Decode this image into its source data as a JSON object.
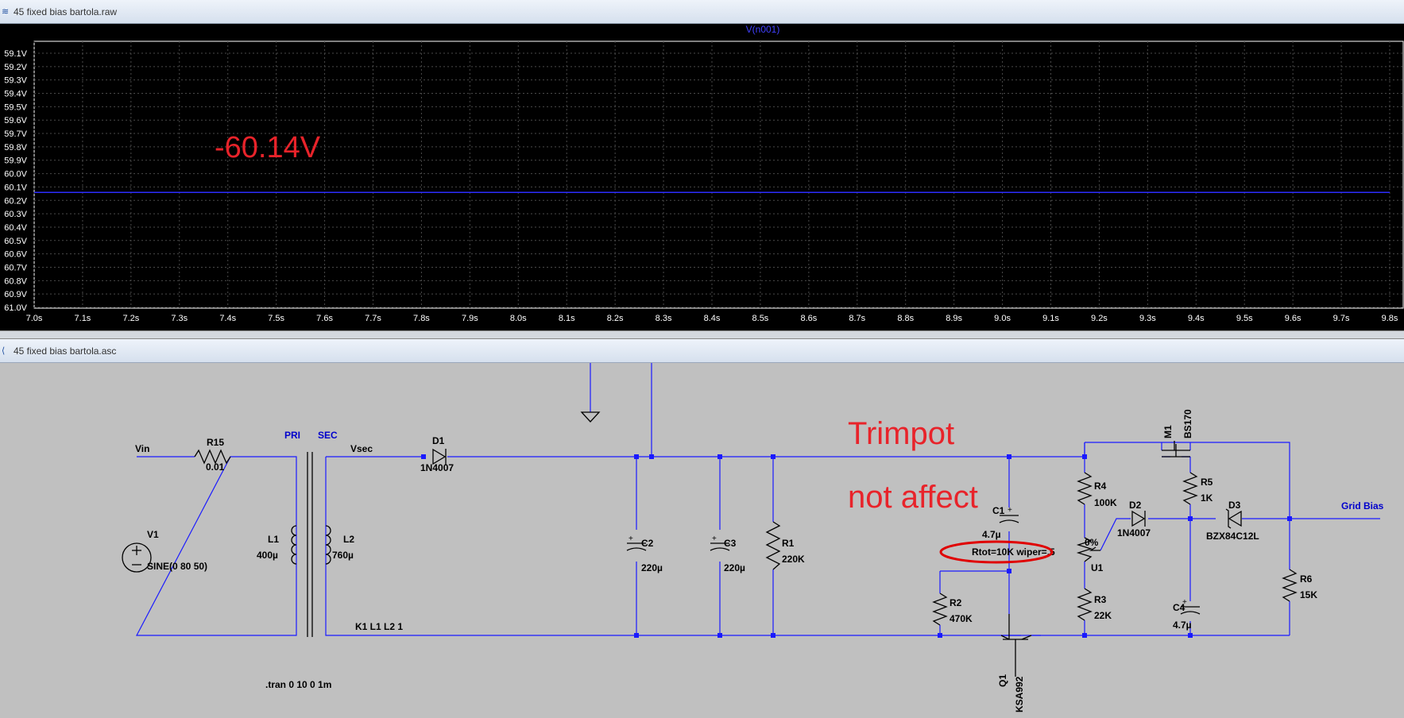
{
  "waveform_window": {
    "title": "45 fixed bias bartola.raw",
    "trace_label": "V(n001)",
    "annotation": "-60.14V",
    "colors": {
      "background": "#000000",
      "trace": "#2d2dff",
      "grid": "#505050",
      "axis_text": "#ffffff",
      "annotation": "#e8232a",
      "trace_label": "#4040ff"
    }
  },
  "chart_data": {
    "type": "line",
    "title": "V(n001)",
    "x_ticks": [
      "7.0s",
      "7.1s",
      "7.2s",
      "7.3s",
      "7.4s",
      "7.5s",
      "7.6s",
      "7.7s",
      "7.8s",
      "7.9s",
      "8.0s",
      "8.1s",
      "8.2s",
      "8.3s",
      "8.4s",
      "8.5s",
      "8.6s",
      "8.7s",
      "8.8s",
      "8.9s",
      "9.0s",
      "9.1s",
      "9.2s",
      "9.3s",
      "9.4s",
      "9.5s",
      "9.6s",
      "9.7s",
      "9.8s"
    ],
    "y_ticks": [
      "59.1V",
      "59.2V",
      "59.3V",
      "59.4V",
      "59.5V",
      "59.6V",
      "59.7V",
      "59.8V",
      "59.9V",
      "60.0V",
      "60.1V",
      "60.2V",
      "60.3V",
      "60.4V",
      "60.5V",
      "60.6V",
      "60.7V",
      "60.8V",
      "60.9V",
      "61.0V"
    ],
    "xlim": [
      7.0,
      9.8
    ],
    "ylim": [
      -61.0,
      -59.1
    ],
    "y_ticks_start": -59.1,
    "y_ticks_step": -0.1,
    "x_ticks_start": 7.0,
    "x_ticks_step": 0.1,
    "grid": true,
    "series": [
      {
        "values": [
          {
            "x": 7.0,
            "y": -60.14
          },
          {
            "x": 9.8,
            "y": -60.14
          }
        ]
      }
    ]
  },
  "schematic_window": {
    "title": "45 fixed bias bartola.asc",
    "colors": {
      "background": "#c0c0c0",
      "wire": "#1a1aff",
      "component": "#000000",
      "net_label": "#0000cc",
      "comment": "#e8232a",
      "highlight_ellipse": "#e00000"
    },
    "net_labels": {
      "vin": "Vin",
      "vsec": "Vsec",
      "pri": "PRI",
      "sec": "SEC",
      "grid_bias": "Grid Bias"
    },
    "components": {
      "r15": {
        "name": "R15",
        "value": "0.01"
      },
      "v1": {
        "name": "V1",
        "value": "SINE(0 80 50)"
      },
      "l1": {
        "name": "L1",
        "value": "400µ"
      },
      "l2": {
        "name": "L2",
        "value": "760µ"
      },
      "d1": {
        "name": "D1",
        "value": "1N4007"
      },
      "c2": {
        "name": "C2",
        "value": "220µ"
      },
      "c3": {
        "name": "C3",
        "value": "220µ"
      },
      "r1": {
        "name": "R1",
        "value": "220K"
      },
      "c1": {
        "name": "C1",
        "value": "4.7µ"
      },
      "r2": {
        "name": "R2",
        "value": "470K"
      },
      "q1": {
        "name": "Q1",
        "value": "KSA992"
      },
      "r4": {
        "name": "R4",
        "value": "100K"
      },
      "r3": {
        "name": "R3",
        "value": "22K"
      },
      "u1": {
        "name": "U1",
        "value": "Rtot=10K wiper=.5",
        "wiper_label": "0%"
      },
      "d2": {
        "name": "D2",
        "value": "1N4007"
      },
      "m1": {
        "name": "M1",
        "value": "BS170"
      },
      "r5": {
        "name": "R5",
        "value": "1K"
      },
      "d3": {
        "name": "D3",
        "value": "BZX84C12L"
      },
      "c4": {
        "name": "C4",
        "value": "4.7µ"
      },
      "r6": {
        "name": "R6",
        "value": "15K"
      }
    },
    "directives": {
      "coupling": "K1 L1 L2 1",
      "tran": ".tran 0 10 0 1m"
    },
    "comments": {
      "line1": "Trimpot",
      "line2": "not affect"
    }
  }
}
